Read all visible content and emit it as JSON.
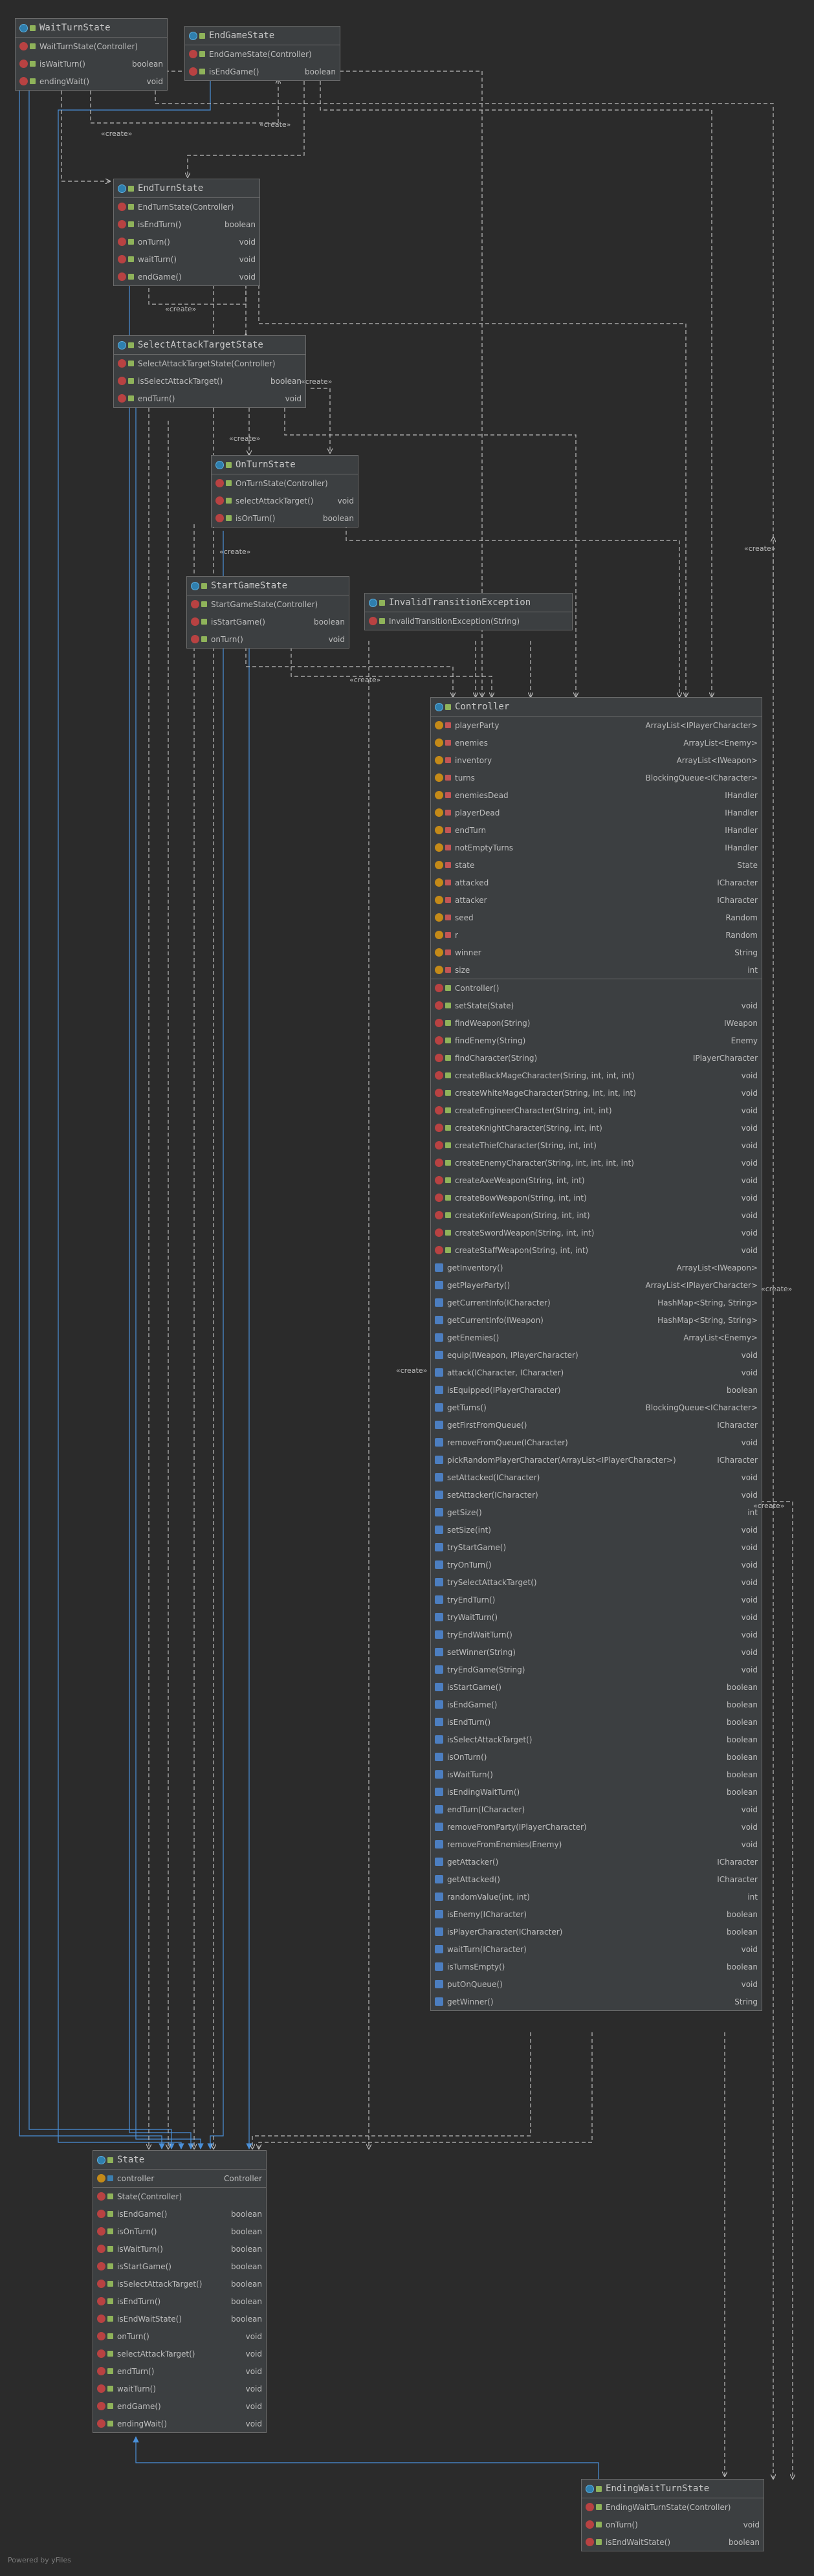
{
  "colors": {
    "background": "#2b2b2b",
    "node_fill": "#3c3f41",
    "node_border": "#6b6b6b",
    "inheritance_edge": "#4a90d9",
    "dependency_edge": "#bdbdbd",
    "method_icon": "#b84242",
    "field_icon": "#c48a18",
    "class_icon": "#2f7fae"
  },
  "edge_labels": {
    "create": "«create»"
  },
  "footer": "Powered by yFiles",
  "classes": {
    "wait_turn_state": {
      "name": "WaitTurnState",
      "members": [
        {
          "icon": "method-icon",
          "vis": "public",
          "name": "WaitTurnState(Controller)",
          "type": ""
        },
        {
          "icon": "method-icon",
          "vis": "public",
          "name": "isWaitTurn()",
          "type": "boolean"
        },
        {
          "icon": "method-icon",
          "vis": "public",
          "name": "endingWait()",
          "type": "void"
        }
      ]
    },
    "end_game_state": {
      "name": "EndGameState",
      "members": [
        {
          "icon": "method-icon",
          "vis": "public",
          "name": "EndGameState(Controller)",
          "type": ""
        },
        {
          "icon": "method-icon",
          "vis": "public",
          "name": "isEndGame()",
          "type": "boolean"
        }
      ]
    },
    "end_turn_state": {
      "name": "EndTurnState",
      "members": [
        {
          "icon": "method-icon",
          "vis": "public",
          "name": "EndTurnState(Controller)",
          "type": ""
        },
        {
          "icon": "method-icon",
          "vis": "public",
          "name": "isEndTurn()",
          "type": "boolean"
        },
        {
          "icon": "method-icon",
          "vis": "public",
          "name": "onTurn()",
          "type": "void"
        },
        {
          "icon": "method-icon",
          "vis": "public",
          "name": "waitTurn()",
          "type": "void"
        },
        {
          "icon": "method-icon",
          "vis": "public",
          "name": "endGame()",
          "type": "void"
        }
      ]
    },
    "select_attack_target_state": {
      "name": "SelectAttackTargetState",
      "members": [
        {
          "icon": "method-icon",
          "vis": "public",
          "name": "SelectAttackTargetState(Controller)",
          "type": ""
        },
        {
          "icon": "method-icon",
          "vis": "public",
          "name": "isSelectAttackTarget()",
          "type": "boolean"
        },
        {
          "icon": "method-icon",
          "vis": "public",
          "name": "endTurn()",
          "type": "void"
        }
      ]
    },
    "on_turn_state": {
      "name": "OnTurnState",
      "members": [
        {
          "icon": "method-icon",
          "vis": "public",
          "name": "OnTurnState(Controller)",
          "type": ""
        },
        {
          "icon": "method-icon",
          "vis": "public",
          "name": "selectAttackTarget()",
          "type": "void"
        },
        {
          "icon": "method-icon",
          "vis": "public",
          "name": "isOnTurn()",
          "type": "boolean"
        }
      ]
    },
    "start_game_state": {
      "name": "StartGameState",
      "members": [
        {
          "icon": "method-icon",
          "vis": "public",
          "name": "StartGameState(Controller)",
          "type": ""
        },
        {
          "icon": "method-icon",
          "vis": "public",
          "name": "isStartGame()",
          "type": "boolean"
        },
        {
          "icon": "method-icon",
          "vis": "public",
          "name": "onTurn()",
          "type": "void"
        }
      ]
    },
    "invalid_transition_exception": {
      "name": "InvalidTransitionException",
      "members": [
        {
          "icon": "method-icon",
          "vis": "public",
          "name": "InvalidTransitionException(String)",
          "type": ""
        }
      ]
    },
    "controller": {
      "name": "Controller",
      "fields": [
        {
          "icon": "field-icon",
          "vis": "private",
          "name": "playerParty",
          "type": "ArrayList<IPlayerCharacter>"
        },
        {
          "icon": "field-icon",
          "vis": "private",
          "name": "enemies",
          "type": "ArrayList<Enemy>"
        },
        {
          "icon": "field-icon",
          "vis": "private",
          "name": "inventory",
          "type": "ArrayList<IWeapon>"
        },
        {
          "icon": "field-icon",
          "vis": "private",
          "name": "turns",
          "type": "BlockingQueue<ICharacter>"
        },
        {
          "icon": "field-icon",
          "vis": "private",
          "name": "enemiesDead",
          "type": "IHandler"
        },
        {
          "icon": "field-icon",
          "vis": "private",
          "name": "playerDead",
          "type": "IHandler"
        },
        {
          "icon": "field-icon",
          "vis": "private",
          "name": "endTurn",
          "type": "IHandler"
        },
        {
          "icon": "field-icon",
          "vis": "private",
          "name": "notEmptyTurns",
          "type": "IHandler"
        },
        {
          "icon": "field-icon",
          "vis": "private",
          "name": "state",
          "type": "State"
        },
        {
          "icon": "field-icon",
          "vis": "private",
          "name": "attacked",
          "type": "ICharacter"
        },
        {
          "icon": "field-icon",
          "vis": "private",
          "name": "attacker",
          "type": "ICharacter"
        },
        {
          "icon": "field-icon",
          "vis": "private",
          "name": "seed",
          "type": "Random"
        },
        {
          "icon": "field-icon",
          "vis": "private",
          "name": "r",
          "type": "Random"
        },
        {
          "icon": "field-icon",
          "vis": "private",
          "name": "winner",
          "type": "String"
        },
        {
          "icon": "field-icon",
          "vis": "private",
          "name": "size",
          "type": "int"
        }
      ],
      "constructors": [
        {
          "icon": "method-icon",
          "vis": "public",
          "name": "Controller()",
          "type": ""
        }
      ],
      "methods": [
        {
          "icon": "method-icon",
          "vis": "public",
          "name": "setState(State)",
          "type": "void"
        },
        {
          "icon": "method-icon",
          "vis": "public",
          "name": "findWeapon(String)",
          "type": "IWeapon"
        },
        {
          "icon": "method-icon",
          "vis": "public",
          "name": "findEnemy(String)",
          "type": "Enemy"
        },
        {
          "icon": "method-icon",
          "vis": "public",
          "name": "findCharacter(String)",
          "type": "IPlayerCharacter"
        },
        {
          "icon": "method-icon",
          "vis": "public",
          "name": "createBlackMageCharacter(String, int, int, int)",
          "type": "void"
        },
        {
          "icon": "method-icon",
          "vis": "public",
          "name": "createWhiteMageCharacter(String, int, int, int)",
          "type": "void"
        },
        {
          "icon": "method-icon",
          "vis": "public",
          "name": "createEngineerCharacter(String, int, int)",
          "type": "void"
        },
        {
          "icon": "method-icon",
          "vis": "public",
          "name": "createKnightCharacter(String, int, int)",
          "type": "void"
        },
        {
          "icon": "method-icon",
          "vis": "public",
          "name": "createThiefCharacter(String, int, int)",
          "type": "void"
        },
        {
          "icon": "method-icon",
          "vis": "public",
          "name": "createEnemyCharacter(String, int, int, int, int)",
          "type": "void"
        },
        {
          "icon": "method-icon",
          "vis": "public",
          "name": "createAxeWeapon(String, int, int)",
          "type": "void"
        },
        {
          "icon": "method-icon",
          "vis": "public",
          "name": "createBowWeapon(String, int, int)",
          "type": "void"
        },
        {
          "icon": "method-icon",
          "vis": "public",
          "name": "createKnifeWeapon(String, int, int)",
          "type": "void"
        },
        {
          "icon": "method-icon",
          "vis": "public",
          "name": "createSwordWeapon(String, int, int)",
          "type": "void"
        },
        {
          "icon": "method-icon",
          "vis": "public",
          "name": "createStaffWeapon(String, int, int)",
          "type": "void"
        },
        {
          "icon": "property-icon",
          "vis": "",
          "name": "getInventory()",
          "type": "ArrayList<IWeapon>"
        },
        {
          "icon": "property-icon",
          "vis": "",
          "name": "getPlayerParty()",
          "type": "ArrayList<IPlayerCharacter>"
        },
        {
          "icon": "property-icon",
          "vis": "",
          "name": "getCurrentInfo(ICharacter)",
          "type": "HashMap<String, String>"
        },
        {
          "icon": "property-icon",
          "vis": "",
          "name": "getCurrentInfo(IWeapon)",
          "type": "HashMap<String, String>"
        },
        {
          "icon": "property-icon",
          "vis": "",
          "name": "getEnemies()",
          "type": "ArrayList<Enemy>"
        },
        {
          "icon": "property-icon",
          "vis": "",
          "name": "equip(IWeapon, IPlayerCharacter)",
          "type": "void"
        },
        {
          "icon": "property-icon",
          "vis": "",
          "name": "attack(ICharacter, ICharacter)",
          "type": "void"
        },
        {
          "icon": "property-icon",
          "vis": "",
          "name": "isEquipped(IPlayerCharacter)",
          "type": "boolean"
        },
        {
          "icon": "property-icon",
          "vis": "",
          "name": "getTurns()",
          "type": "BlockingQueue<ICharacter>"
        },
        {
          "icon": "property-icon",
          "vis": "",
          "name": "getFirstFromQueue()",
          "type": "ICharacter"
        },
        {
          "icon": "property-icon",
          "vis": "",
          "name": "removeFromQueue(ICharacter)",
          "type": "void"
        },
        {
          "icon": "property-icon",
          "vis": "",
          "name": "pickRandomPlayerCharacter(ArrayList<IPlayerCharacter>)",
          "type": "ICharacter"
        },
        {
          "icon": "property-icon",
          "vis": "",
          "name": "setAttacked(ICharacter)",
          "type": "void"
        },
        {
          "icon": "property-icon",
          "vis": "",
          "name": "setAttacker(ICharacter)",
          "type": "void"
        },
        {
          "icon": "property-icon",
          "vis": "",
          "name": "getSize()",
          "type": "int"
        },
        {
          "icon": "property-icon",
          "vis": "",
          "name": "setSize(int)",
          "type": "void"
        },
        {
          "icon": "property-icon",
          "vis": "",
          "name": "tryStartGame()",
          "type": "void"
        },
        {
          "icon": "property-icon",
          "vis": "",
          "name": "tryOnTurn()",
          "type": "void"
        },
        {
          "icon": "property-icon",
          "vis": "",
          "name": "trySelectAttackTarget()",
          "type": "void"
        },
        {
          "icon": "property-icon",
          "vis": "",
          "name": "tryEndTurn()",
          "type": "void"
        },
        {
          "icon": "property-icon",
          "vis": "",
          "name": "tryWaitTurn()",
          "type": "void"
        },
        {
          "icon": "property-icon",
          "vis": "",
          "name": "tryEndWaitTurn()",
          "type": "void"
        },
        {
          "icon": "property-icon",
          "vis": "",
          "name": "setWinner(String)",
          "type": "void"
        },
        {
          "icon": "property-icon",
          "vis": "",
          "name": "tryEndGame(String)",
          "type": "void"
        },
        {
          "icon": "property-icon",
          "vis": "",
          "name": "isStartGame()",
          "type": "boolean"
        },
        {
          "icon": "property-icon",
          "vis": "",
          "name": "isEndGame()",
          "type": "boolean"
        },
        {
          "icon": "property-icon",
          "vis": "",
          "name": "isEndTurn()",
          "type": "boolean"
        },
        {
          "icon": "property-icon",
          "vis": "",
          "name": "isSelectAttackTarget()",
          "type": "boolean"
        },
        {
          "icon": "property-icon",
          "vis": "",
          "name": "isOnTurn()",
          "type": "boolean"
        },
        {
          "icon": "property-icon",
          "vis": "",
          "name": "isWaitTurn()",
          "type": "boolean"
        },
        {
          "icon": "property-icon",
          "vis": "",
          "name": "isEndingWaitTurn()",
          "type": "boolean"
        },
        {
          "icon": "property-icon",
          "vis": "",
          "name": "endTurn(ICharacter)",
          "type": "void"
        },
        {
          "icon": "property-icon",
          "vis": "",
          "name": "removeFromParty(IPlayerCharacter)",
          "type": "void"
        },
        {
          "icon": "property-icon",
          "vis": "",
          "name": "removeFromEnemies(Enemy)",
          "type": "void"
        },
        {
          "icon": "property-icon",
          "vis": "",
          "name": "getAttacker()",
          "type": "ICharacter"
        },
        {
          "icon": "property-icon",
          "vis": "",
          "name": "getAttacked()",
          "type": "ICharacter"
        },
        {
          "icon": "property-icon",
          "vis": "",
          "name": "randomValue(int, int)",
          "type": "int"
        },
        {
          "icon": "property-icon",
          "vis": "",
          "name": "isEnemy(ICharacter)",
          "type": "boolean"
        },
        {
          "icon": "property-icon",
          "vis": "",
          "name": "isPlayerCharacter(ICharacter)",
          "type": "boolean"
        },
        {
          "icon": "property-icon",
          "vis": "",
          "name": "waitTurn(ICharacter)",
          "type": "void"
        },
        {
          "icon": "property-icon",
          "vis": "",
          "name": "isTurnsEmpty()",
          "type": "boolean"
        },
        {
          "icon": "property-icon",
          "vis": "",
          "name": "putOnQueue()",
          "type": "void"
        },
        {
          "icon": "property-icon",
          "vis": "",
          "name": "getWinner()",
          "type": "String"
        }
      ]
    },
    "state": {
      "name": "State",
      "fields": [
        {
          "icon": "field-icon",
          "vis": "package",
          "name": "controller",
          "type": "Controller"
        }
      ],
      "constructors": [
        {
          "icon": "method-icon",
          "vis": "public",
          "name": "State(Controller)",
          "type": ""
        }
      ],
      "methods": [
        {
          "icon": "method-icon",
          "vis": "public",
          "name": "isEndGame()",
          "type": "boolean"
        },
        {
          "icon": "method-icon",
          "vis": "public",
          "name": "isOnTurn()",
          "type": "boolean"
        },
        {
          "icon": "method-icon",
          "vis": "public",
          "name": "isWaitTurn()",
          "type": "boolean"
        },
        {
          "icon": "method-icon",
          "vis": "public",
          "name": "isStartGame()",
          "type": "boolean"
        },
        {
          "icon": "method-icon",
          "vis": "public",
          "name": "isSelectAttackTarget()",
          "type": "boolean"
        },
        {
          "icon": "method-icon",
          "vis": "public",
          "name": "isEndTurn()",
          "type": "boolean"
        },
        {
          "icon": "method-icon",
          "vis": "public",
          "name": "isEndWaitState()",
          "type": "boolean"
        },
        {
          "icon": "method-icon",
          "vis": "public",
          "name": "onTurn()",
          "type": "void"
        },
        {
          "icon": "method-icon",
          "vis": "public",
          "name": "selectAttackTarget()",
          "type": "void"
        },
        {
          "icon": "method-icon",
          "vis": "public",
          "name": "endTurn()",
          "type": "void"
        },
        {
          "icon": "method-icon",
          "vis": "public",
          "name": "waitTurn()",
          "type": "void"
        },
        {
          "icon": "method-icon",
          "vis": "public",
          "name": "endGame()",
          "type": "void"
        },
        {
          "icon": "method-icon",
          "vis": "public",
          "name": "endingWait()",
          "type": "void"
        }
      ]
    },
    "ending_wait_turn_state": {
      "name": "EndingWaitTurnState",
      "members": [
        {
          "icon": "method-icon",
          "vis": "public",
          "name": "EndingWaitTurnState(Controller)",
          "type": ""
        },
        {
          "icon": "method-icon",
          "vis": "public",
          "name": "onTurn()",
          "type": "void"
        },
        {
          "icon": "method-icon",
          "vis": "public",
          "name": "isEndWaitState()",
          "type": "boolean"
        }
      ]
    }
  }
}
